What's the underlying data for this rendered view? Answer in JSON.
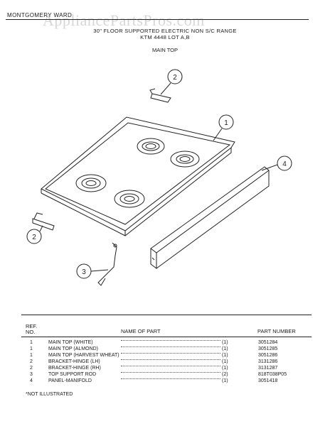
{
  "header": {
    "brand": "MONTGOMERY WARD",
    "title_line1": "30\" FLOOR SUPPORTED ELECTRIC NON S/C RANGE",
    "title_line2": "KTM 4448 LOT A,B",
    "section": "MAIN TOP",
    "watermark": "AppliancePartsPros.com"
  },
  "callouts": [
    "2",
    "1",
    "4",
    "2",
    "3"
  ],
  "table": {
    "col_ref_line1": "REF.",
    "col_ref_line2": "NO.",
    "col_name": "NAME OF PART",
    "col_part": "PART NUMBER",
    "rows": [
      {
        "ref": "1",
        "name": "MAIN TOP (WHITE)",
        "qty": "(1)",
        "part": "3051284"
      },
      {
        "ref": "1",
        "name": "MAIN TOP (ALMOND)",
        "qty": "(1)",
        "part": "3051285"
      },
      {
        "ref": "1",
        "name": "MAIN TOP (HARVEST WHEAT)",
        "qty": "(1)",
        "part": "3051286"
      },
      {
        "ref": "2",
        "name": "BRACKET-HINGE (LH)",
        "qty": "(1)",
        "part": "3131286"
      },
      {
        "ref": "2",
        "name": "BRACKET-HINGE (RH)",
        "qty": "(1)",
        "part": "3131287"
      },
      {
        "ref": "3",
        "name": "TOP SUPPORT ROD",
        "qty": "(2)",
        "part": "818T038P05"
      },
      {
        "ref": "4",
        "name": "PANEL-MANIFOLD",
        "qty": "(1)",
        "part": "3051418"
      }
    ]
  },
  "footnote": "*NOT ILLUSTRATED"
}
